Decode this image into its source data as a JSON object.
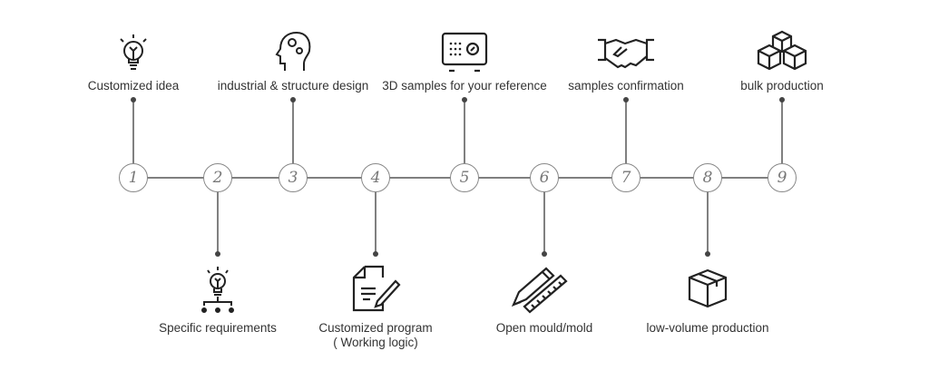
{
  "steps": [
    {
      "number": "1",
      "label": "Customized idea",
      "icon": "lightbulb-icon",
      "side": "top"
    },
    {
      "number": "2",
      "label": "Specific requirements",
      "icon": "lightbulb-network-icon",
      "side": "bottom"
    },
    {
      "number": "3",
      "label": "industrial & structure design",
      "icon": "head-gears-icon",
      "side": "top"
    },
    {
      "number": "4",
      "label": "Customized program",
      "label2": "( Working logic)",
      "icon": "document-pen-icon",
      "side": "bottom"
    },
    {
      "number": "5",
      "label": "3D samples for your reference",
      "icon": "printer-3d-icon",
      "side": "top"
    },
    {
      "number": "6",
      "label": "Open mould/mold",
      "icon": "pencil-ruler-icon",
      "side": "bottom"
    },
    {
      "number": "7",
      "label": "samples confirmation",
      "icon": "handshake-icon",
      "side": "top"
    },
    {
      "number": "8",
      "label": "low-volume production",
      "icon": "box-icon",
      "side": "bottom"
    },
    {
      "number": "9",
      "label": "bulk production",
      "icon": "boxes-icon",
      "side": "top"
    }
  ],
  "colors": {
    "line": "#555555",
    "circle": "#888888",
    "text": "#333333"
  }
}
